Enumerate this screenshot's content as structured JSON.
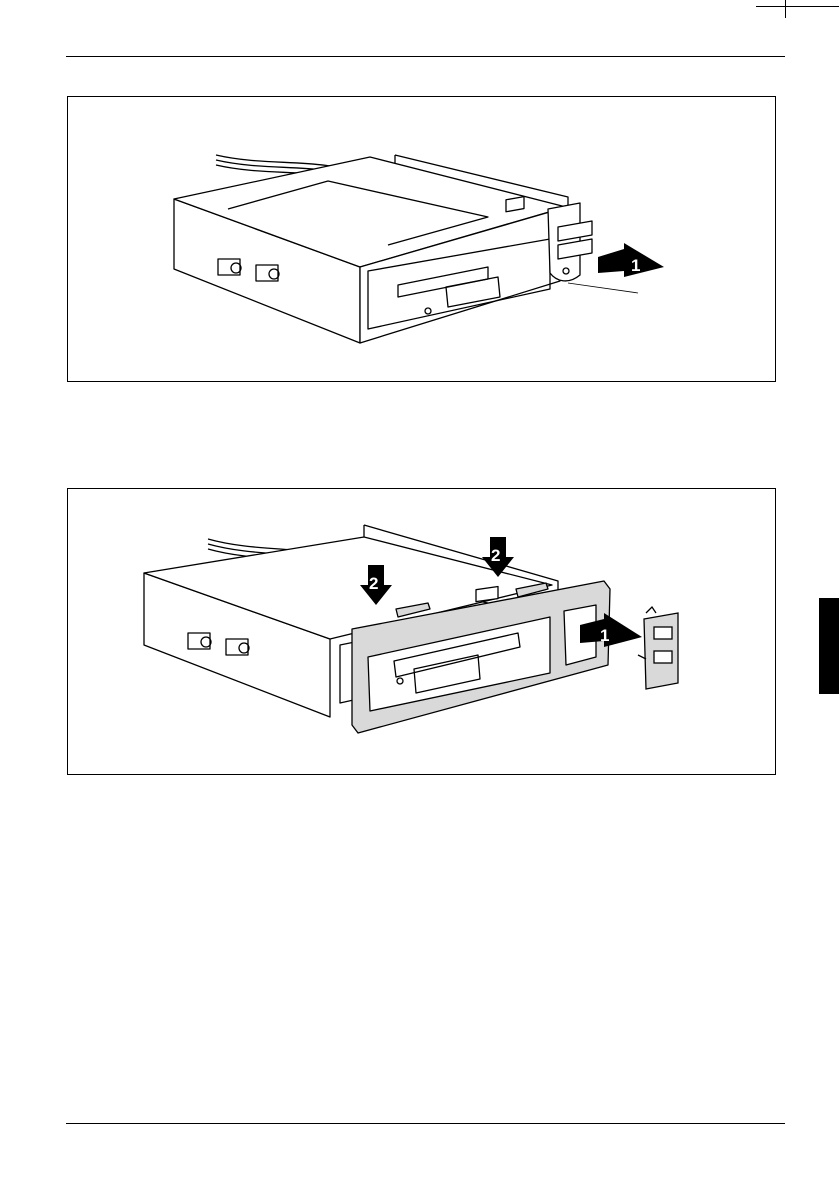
{
  "page": {
    "header_rule": true,
    "footer_rule": true,
    "section_tab_color": "#000000"
  },
  "figure_1": {
    "description_icons": [
      "floppy-drive-icon",
      "bay-frame-icon",
      "cable-bundle-icon",
      "bracket-icon",
      "push-arrow-icon"
    ],
    "callouts": [
      "1"
    ]
  },
  "figure_2": {
    "description_icons": [
      "floppy-drive-icon",
      "bay-frame-icon",
      "cable-bundle-icon",
      "front-bezel-icon",
      "cover-plate-icon",
      "push-arrow-icon",
      "down-arrow-icon"
    ],
    "callouts": [
      "1",
      "2",
      "2"
    ]
  },
  "colors": {
    "line": "#000000",
    "bezel_fill": "#d9d9d9",
    "arrow_fill": "#000000"
  }
}
